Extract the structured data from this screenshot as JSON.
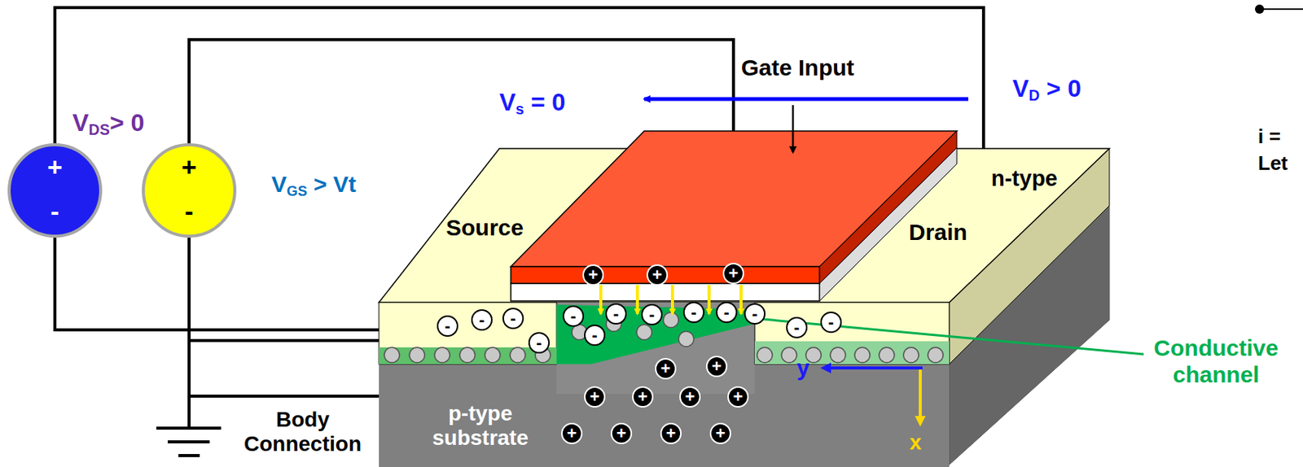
{
  "diagram": {
    "nodes": [
      {
        "text": [
          "+",
          "-"
        ]
      },
      {
        "text": [
          "+",
          "-"
        ]
      },
      {
        "text": [
          "+"
        ]
      },
      {
        "text": [
          "+"
        ]
      },
      {
        "text": [
          "+"
        ]
      },
      {
        "text": [
          "-"
        ]
      },
      {
        "text": [
          "-"
        ]
      },
      {
        "text": [
          "-"
        ]
      },
      {
        "text": [
          "-"
        ]
      },
      {
        "text": [
          "-"
        ]
      },
      {
        "text": [
          "-"
        ]
      },
      {
        "text": [
          "-"
        ]
      },
      {
        "text": [
          "-"
        ]
      },
      {
        "text": [
          "-"
        ]
      },
      {
        "text": [
          "-"
        ]
      },
      {
        "text": [
          "-"
        ]
      },
      {
        "text": [
          "-"
        ]
      },
      {
        "text": [
          "-"
        ]
      },
      {
        "text": [
          "+"
        ]
      },
      {
        "text": [
          "+"
        ]
      },
      {
        "text": [
          "+"
        ]
      },
      {
        "text": [
          "+"
        ]
      },
      {
        "text": [
          "+"
        ]
      },
      {
        "text": [
          "+"
        ]
      },
      {
        "text": [
          "+"
        ]
      },
      {
        "text": [
          "+"
        ]
      },
      {
        "text": [
          "+"
        ]
      },
      {
        "text": [
          "+"
        ]
      }
    ],
    "labels": [
      "VDS> 0",
      "VGS > Vt",
      "Vs = 0",
      "VD > 0",
      "Gate Input",
      "Source",
      "Drain",
      "n-type",
      "Conductive channel",
      "p-type substrate",
      "Body Connection",
      "y",
      "x",
      "i =",
      "Let"
    ]
  }
}
